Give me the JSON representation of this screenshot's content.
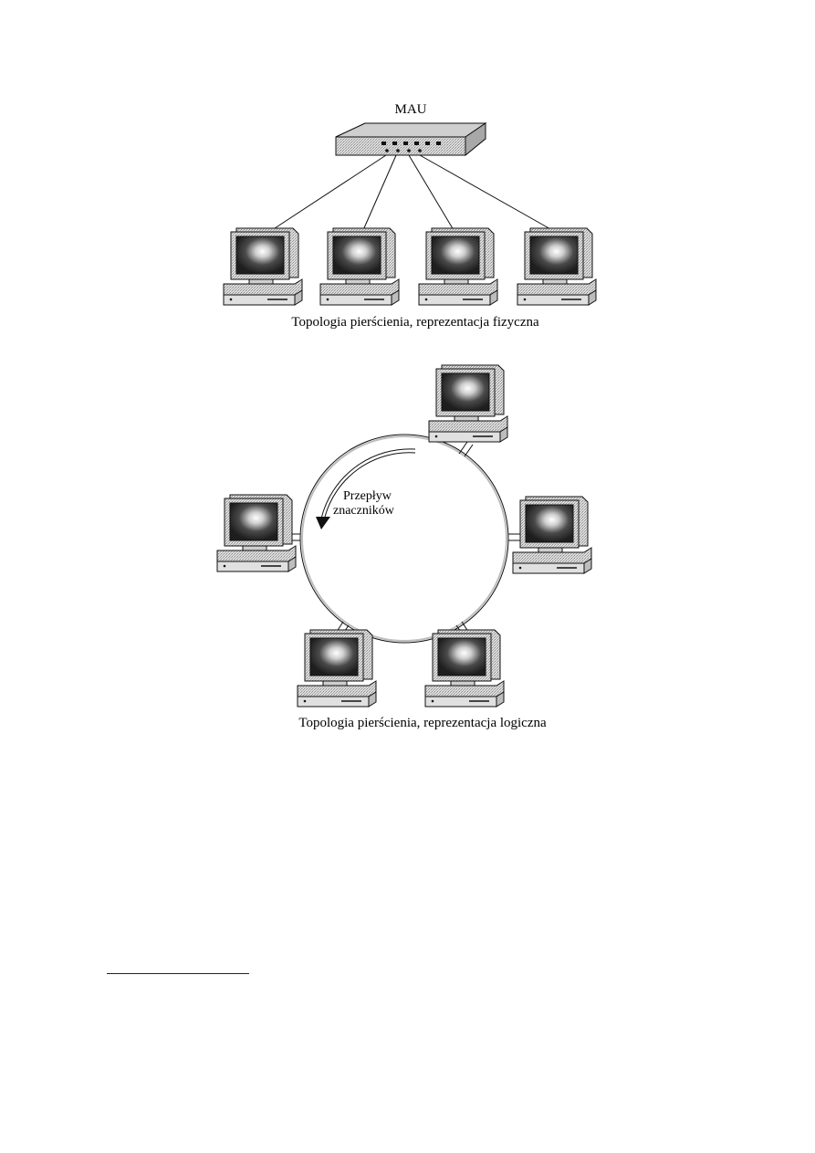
{
  "physical": {
    "hub_label": "MAU",
    "caption": "Topologia pierścienia, reprezentacja fizyczna"
  },
  "logical": {
    "flow_label_line1": "Przepływ",
    "flow_label_line2": "znaczników",
    "caption": "Topologia pierścienia, reprezentacja logiczna"
  },
  "colors": {
    "ink": "#111111",
    "ring": "#bdbdbd",
    "device_fill": "#d6d6d6",
    "screen": "#3a3a3a"
  }
}
